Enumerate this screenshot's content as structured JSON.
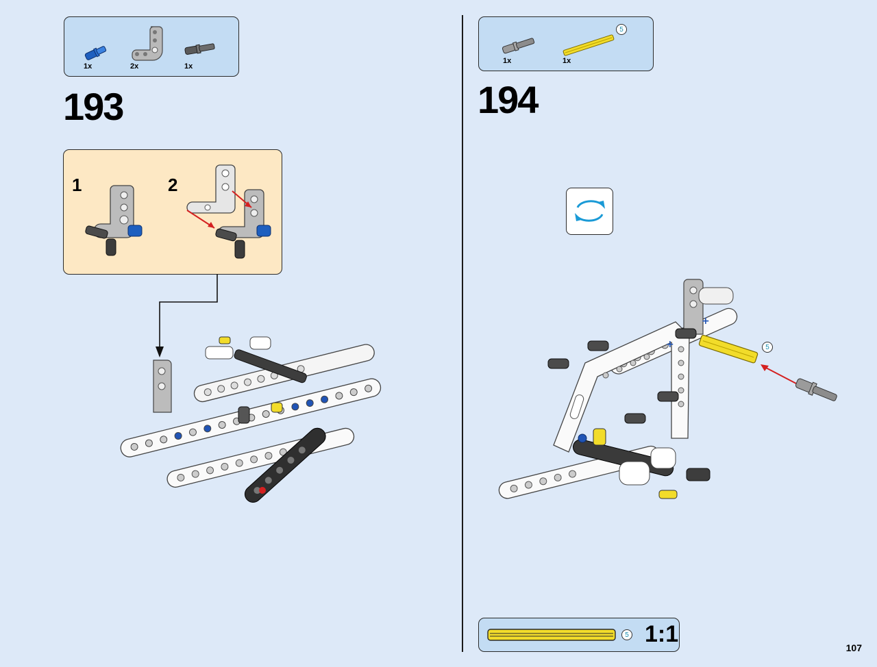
{
  "page": {
    "number": "107"
  },
  "steps": [
    {
      "number": "193",
      "parts": [
        {
          "qty": "1x",
          "icon": "blue-pin-icon"
        },
        {
          "qty": "2x",
          "icon": "l-beam-icon"
        },
        {
          "qty": "1x",
          "icon": "grey-axle-pin-icon"
        }
      ],
      "substeps": [
        {
          "number": "1"
        },
        {
          "number": "2"
        }
      ]
    },
    {
      "number": "194",
      "parts": [
        {
          "qty": "1x",
          "icon": "grey-axle-pin-icon"
        },
        {
          "qty": "1x",
          "icon": "yellow-axle-icon",
          "length": "5"
        }
      ],
      "axle_length": "5",
      "rotate_icon": "rotate-model-icon",
      "scale": {
        "length": "5",
        "ratio": "1:1"
      }
    }
  ],
  "colors": {
    "page_bg": "#dde9f8",
    "parts_box": "#c3dcf3",
    "substep_box": "#fde8c4",
    "arrow_red": "#d42020",
    "rotate_blue": "#1a9ad6",
    "axle_yellow": "#f2dc2a"
  }
}
